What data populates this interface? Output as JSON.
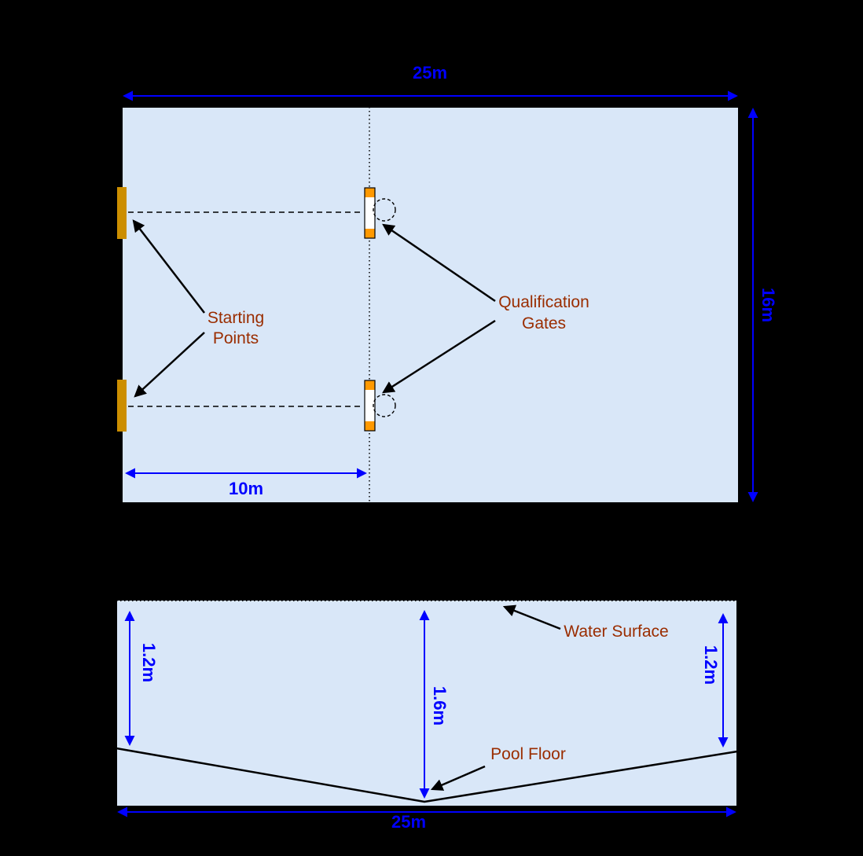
{
  "colors": {
    "background": "#000000",
    "pool": "#d9e7f8",
    "dimension": "#0000ff",
    "label": "#9a2d00",
    "block": "#cc8e00",
    "gate_cap": "#ff9900",
    "outline": "#000000"
  },
  "top_view": {
    "length_dim": "25m",
    "width_dim": "16m",
    "gate_distance_dim": "10m",
    "starting_points_label_line1": "Starting",
    "starting_points_label_line2": "Points",
    "qualification_gates_label_line1": "Qualification",
    "qualification_gates_label_line2": "Gates"
  },
  "side_view": {
    "water_surface_label": "Water Surface",
    "pool_floor_label": "Pool Floor",
    "left_depth_dim": "1.2m",
    "center_depth_dim": "1.6m",
    "right_depth_dim": "1.2m",
    "length_dim": "25m"
  }
}
